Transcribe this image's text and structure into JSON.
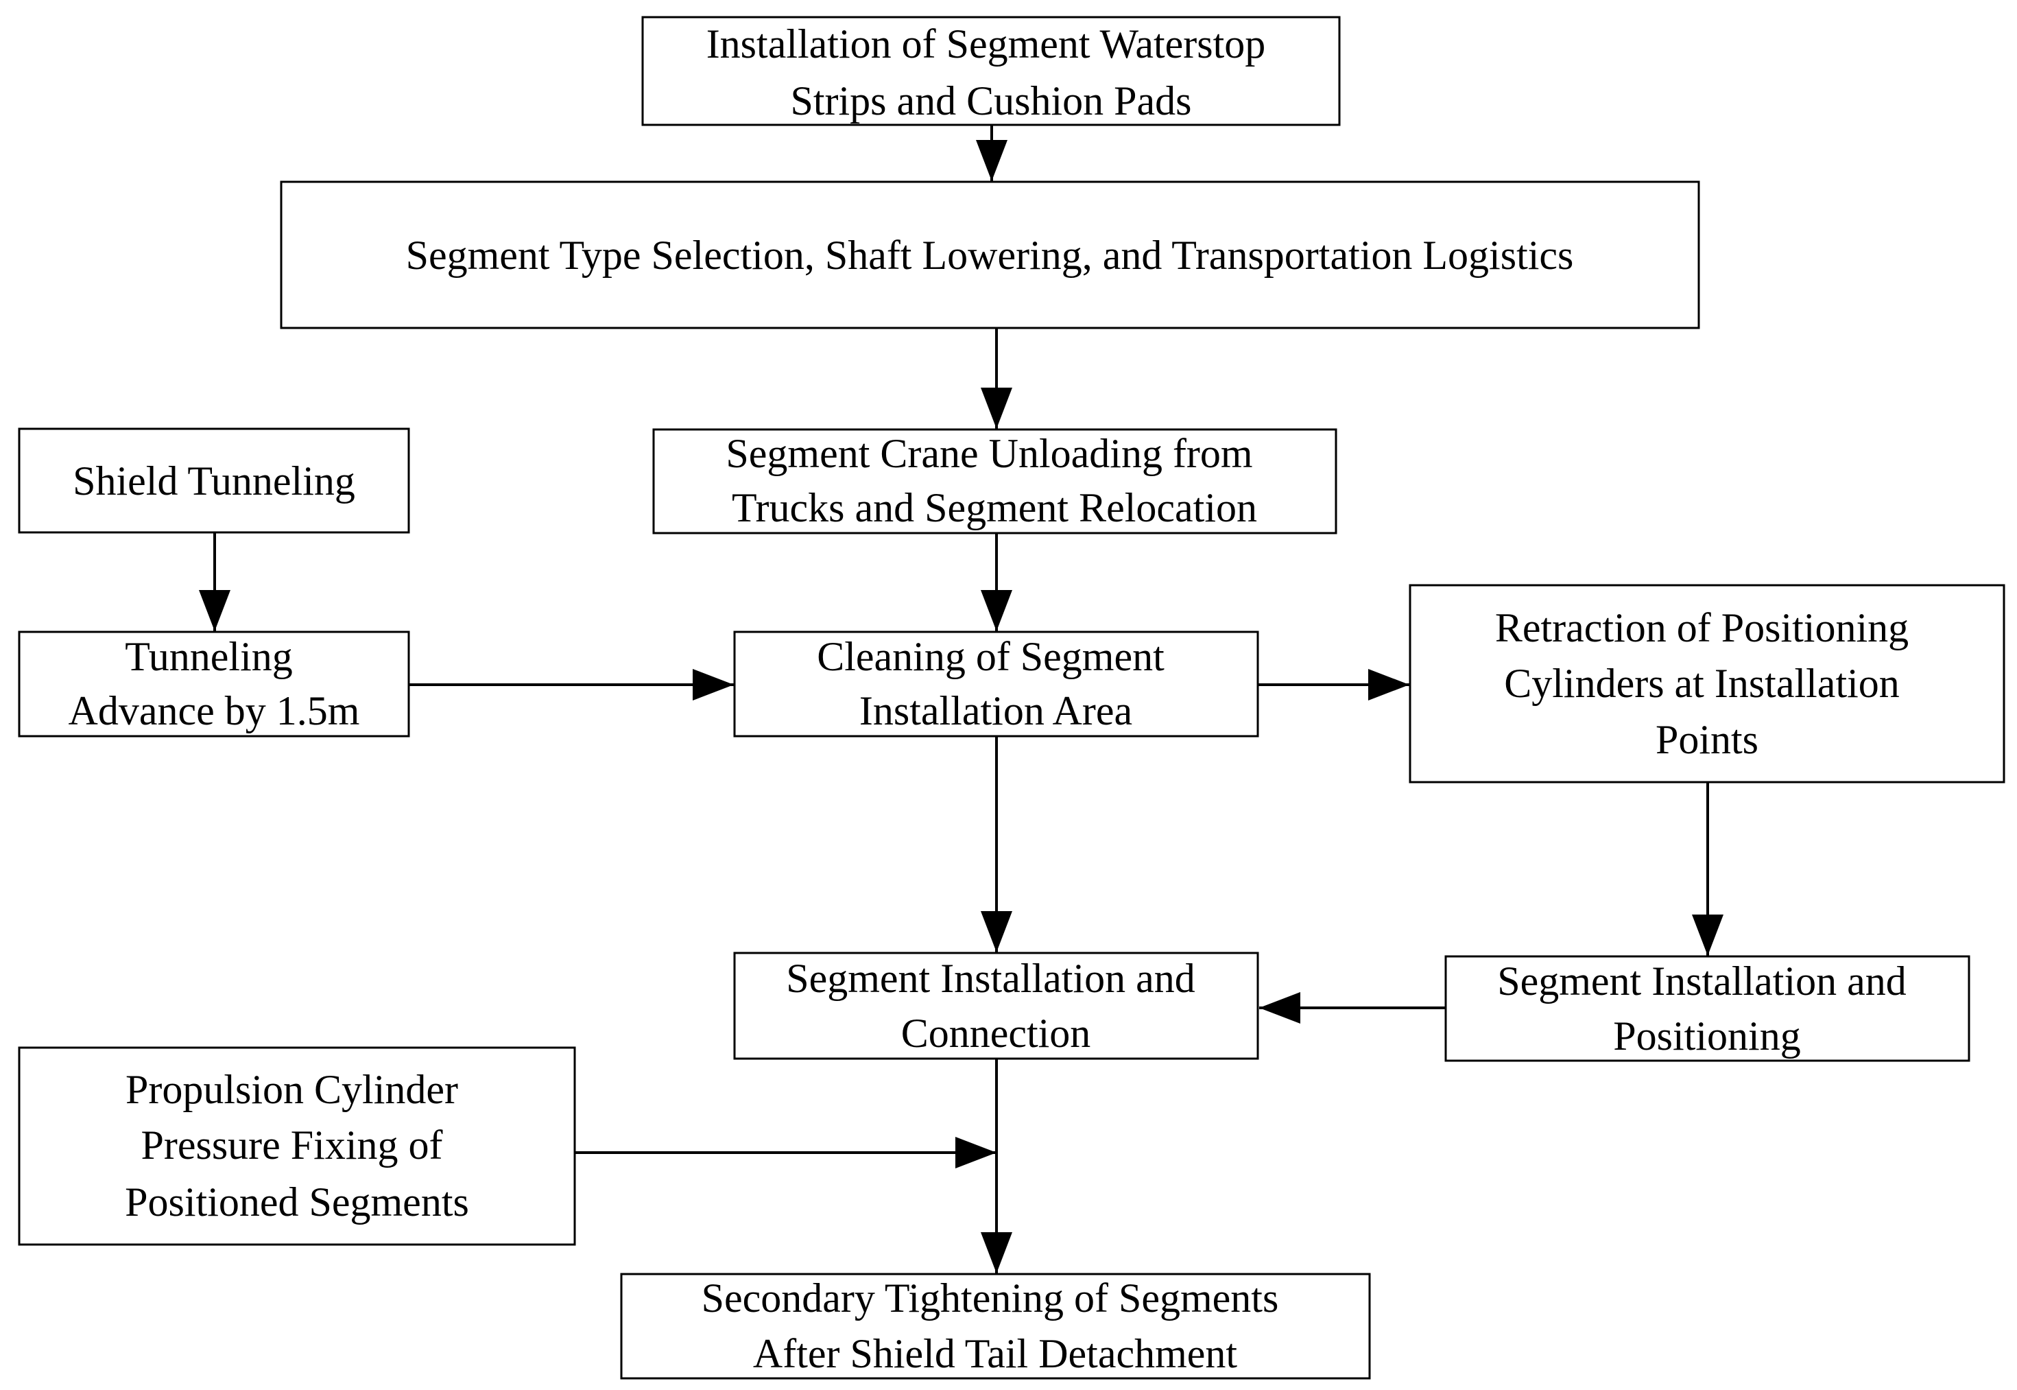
{
  "nodes": {
    "waterstop": {
      "lines": [
        "Installation of Segment Waterstop",
        "Strips and Cushion Pads"
      ]
    },
    "type_selection": {
      "lines": [
        "Segment Type Selection, Shaft Lowering, and Transportation Logistics"
      ]
    },
    "crane_unloading": {
      "lines": [
        "Segment Crane Unloading from",
        "Trucks and Segment Relocation"
      ]
    },
    "shield_tunneling": {
      "lines": [
        "Shield Tunneling"
      ]
    },
    "tunneling_advance": {
      "lines": [
        "Tunneling",
        "Advance by 1.5m"
      ]
    },
    "cleaning": {
      "lines": [
        "Cleaning of Segment",
        "Installation Area"
      ]
    },
    "retraction": {
      "lines": [
        "Retraction of Positioning",
        "Cylinders at Installation",
        "Points"
      ]
    },
    "installation_connection": {
      "lines": [
        "Segment Installation and",
        "Connection"
      ]
    },
    "installation_positioning": {
      "lines": [
        "Segment Installation and",
        "Positioning"
      ]
    },
    "propulsion": {
      "lines": [
        "Propulsion Cylinder",
        "Pressure Fixing of",
        "Positioned Segments"
      ]
    },
    "secondary_tightening": {
      "lines": [
        "Secondary Tightening of Segments",
        "After Shield Tail Detachment"
      ]
    }
  },
  "edges": [
    [
      "waterstop",
      "type_selection"
    ],
    [
      "type_selection",
      "crane_unloading"
    ],
    [
      "crane_unloading",
      "cleaning"
    ],
    [
      "shield_tunneling",
      "tunneling_advance"
    ],
    [
      "tunneling_advance",
      "cleaning"
    ],
    [
      "cleaning",
      "retraction"
    ],
    [
      "cleaning",
      "installation_connection"
    ],
    [
      "retraction",
      "installation_positioning"
    ],
    [
      "installation_positioning",
      "installation_connection"
    ],
    [
      "installation_connection",
      "secondary_tightening"
    ],
    [
      "propulsion",
      "secondary_tightening"
    ]
  ]
}
